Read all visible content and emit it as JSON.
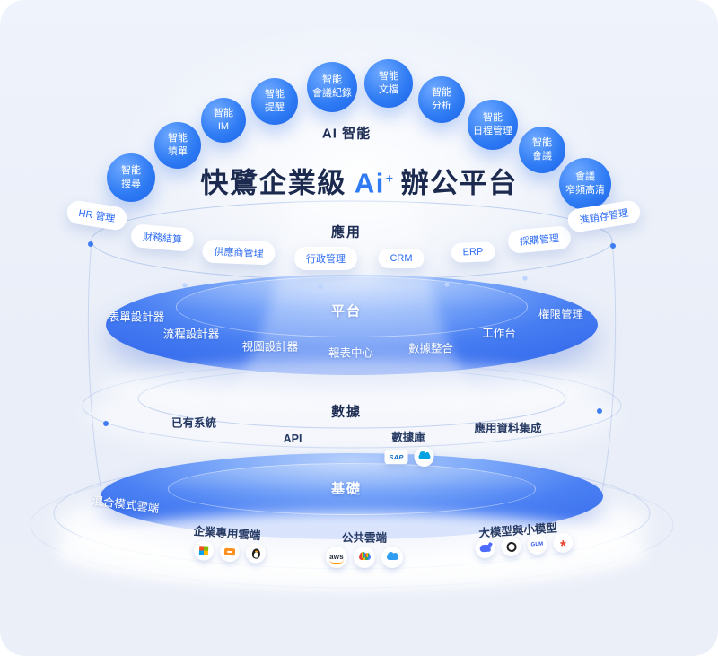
{
  "ai_layer": {
    "label": "AI 智能",
    "bubbles": [
      {
        "label": "智能\n搜尋"
      },
      {
        "label": "智能\n填單"
      },
      {
        "label": "智能\nIM"
      },
      {
        "label": "智能\n提醒"
      },
      {
        "label": "智能\n會議紀錄"
      },
      {
        "label": "智能\n文檔"
      },
      {
        "label": "智能\n分析"
      },
      {
        "label": "智能\n日程管理"
      },
      {
        "label": "智能\n會議"
      },
      {
        "label": "會議\n窄頻高清"
      }
    ]
  },
  "title": {
    "prefix": "快鷺企業級",
    "ai_mark": "Ai",
    "sparkle": "+",
    "suffix": "辦公平台"
  },
  "application": {
    "label": "應用",
    "pills": [
      {
        "label": "HR 管理"
      },
      {
        "label": "財務結算"
      },
      {
        "label": "供應商管理"
      },
      {
        "label": "行政管理"
      },
      {
        "label": "CRM"
      },
      {
        "label": "ERP"
      },
      {
        "label": "採購管理"
      },
      {
        "label": "進銷存管理"
      }
    ]
  },
  "platform": {
    "label": "平台",
    "items": [
      {
        "label": "表單設計器"
      },
      {
        "label": "流程設計器"
      },
      {
        "label": "視圖設計器"
      },
      {
        "label": "報表中心"
      },
      {
        "label": "數據整合"
      },
      {
        "label": "工作台"
      },
      {
        "label": "權限管理"
      }
    ]
  },
  "data_layer": {
    "label": "數據",
    "items": [
      {
        "label": "已有系統"
      },
      {
        "label": "API"
      },
      {
        "label": "數據庫"
      },
      {
        "label": "應用資料集成"
      }
    ],
    "db_logos": [
      {
        "name": "sap-logo",
        "text": "SAP"
      },
      {
        "name": "salesforce-logo"
      }
    ]
  },
  "foundation": {
    "label": "基礎",
    "side_label": "混合模式雲端",
    "groups": [
      {
        "label": "企業專用雲端",
        "icons": [
          {
            "name": "microsoft-logo"
          },
          {
            "name": "alibaba-cloud-logo"
          },
          {
            "name": "linux-logo"
          }
        ]
      },
      {
        "label": "公共雲端",
        "icons": [
          {
            "name": "aws-logo",
            "text": "aws"
          },
          {
            "name": "google-cloud-logo"
          },
          {
            "name": "cloud-vendor-logo"
          }
        ]
      },
      {
        "label": "大模型與小模型",
        "icons": [
          {
            "name": "deepseek-logo"
          },
          {
            "name": "openai-logo"
          },
          {
            "name": "glm-logo",
            "text": "GLM"
          },
          {
            "name": "spark-logo",
            "text": "*"
          }
        ]
      }
    ]
  },
  "colors": {
    "accent": "#2e7bf4",
    "title_text": "#1b2a4e",
    "disc_blue": "#4a80f3",
    "background": "#eaeef8"
  }
}
